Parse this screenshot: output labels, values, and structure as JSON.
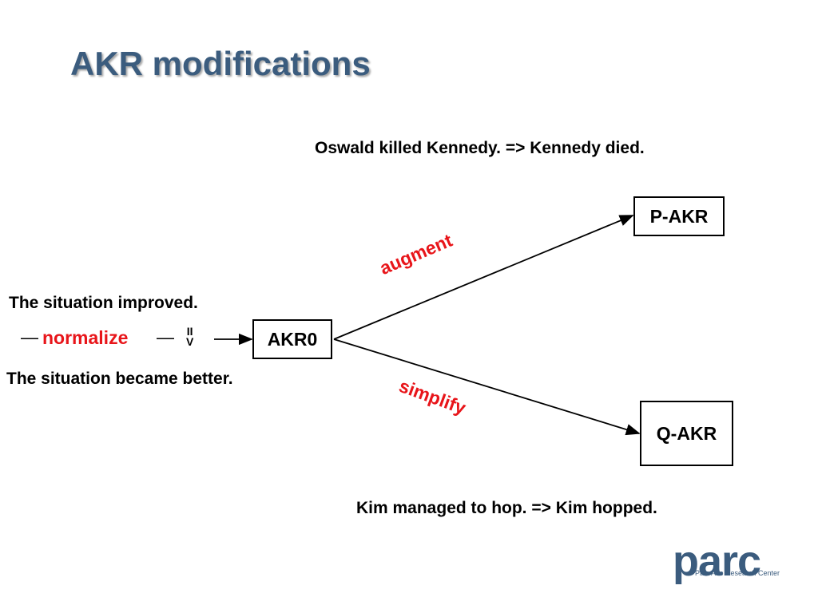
{
  "title": "AKR modifications",
  "example_top": "Oswald killed Kennedy. => Kennedy died.",
  "example_bottom": "Kim managed to hop. => Kim hopped.",
  "left": {
    "sentence1": "The situation improved.",
    "dash": "—",
    "normalize_label": "normalize",
    "equiv_top": "II",
    "equiv_bottom": "V",
    "sentence2": "The situation became better."
  },
  "nodes": {
    "akr0": "AKR0",
    "p_akr": "P-AKR",
    "q_akr": "Q-AKR"
  },
  "edges": {
    "augment": "augment",
    "simplify": "simplify"
  },
  "logo": {
    "word": "parc",
    "subtitle": "Palo Alto Research Center"
  },
  "colors": {
    "title": "#3b5c7e",
    "operation_label": "#e8151a"
  }
}
